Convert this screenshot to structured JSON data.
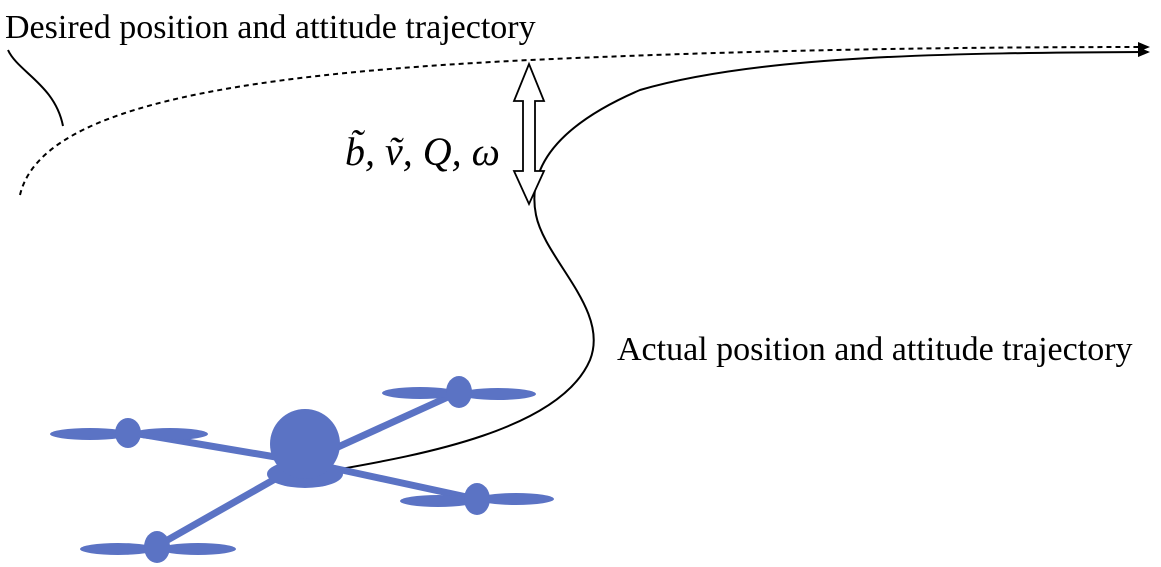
{
  "labels": {
    "desired_trajectory": "Desired position and attitude trajectory",
    "actual_trajectory": "Actual position and attitude trajectory",
    "error_states": "b̃, ṽ, Q, ω"
  },
  "colors": {
    "drone": "#5b73c4",
    "lines": "#000000",
    "background": "#ffffff"
  },
  "icons": {
    "drone": "quadrotor-icon",
    "error_arrow": "double-headed-arrow-icon"
  }
}
